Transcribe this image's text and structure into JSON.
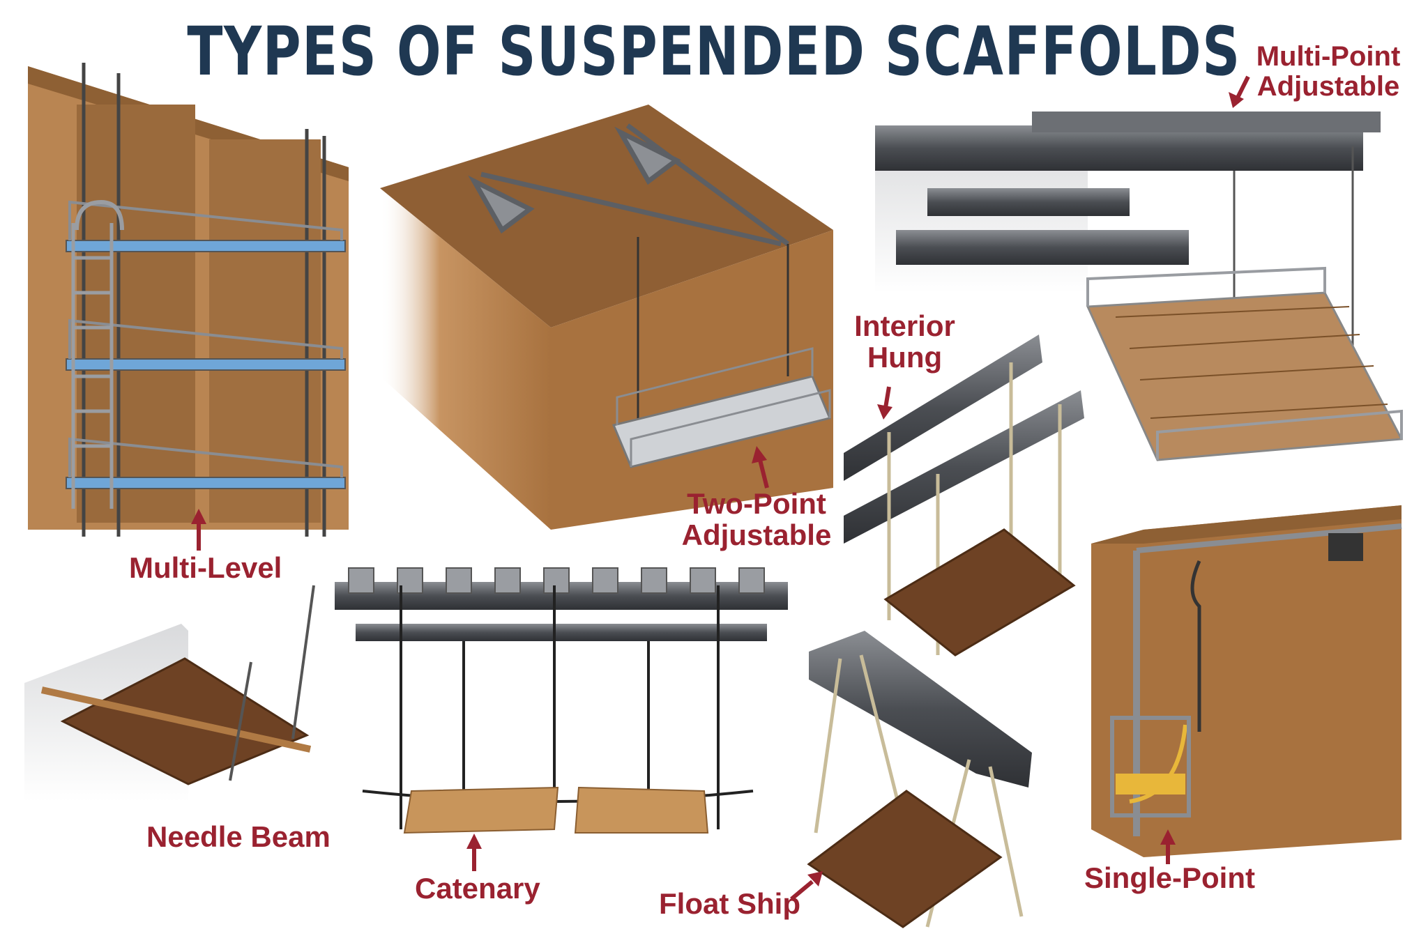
{
  "title": "TYPES OF SUSPENDED SCAFFOLDS",
  "colors": {
    "title": "#1f3852",
    "label": "#9a2230",
    "wall": "#b7834e",
    "wood": "#6e4224",
    "steel": "#595c61"
  },
  "labels": {
    "multi_level": "Multi-Level",
    "two_point": "Two-Point\nAdjustable",
    "multi_point": "Multi-Point\nAdjustable",
    "interior_hung": "Interior\nHung",
    "needle_beam": "Needle Beam",
    "catenary": "Catenary",
    "float_ship": "Float Ship",
    "single_point": "Single-Point"
  }
}
